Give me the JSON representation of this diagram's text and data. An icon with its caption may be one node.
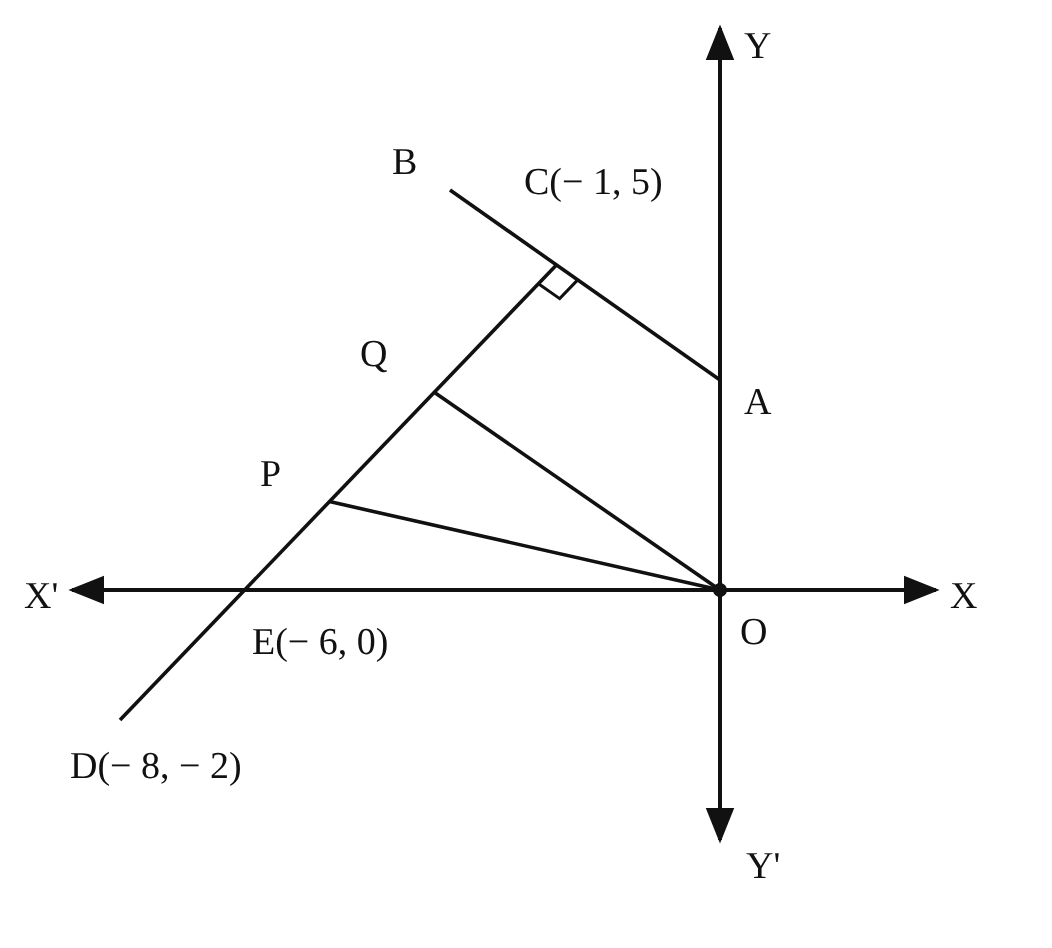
{
  "diagram": {
    "labels": [
      "Y",
      "B",
      "C(− 1, 5)",
      "Q",
      "A",
      "P",
      "X'",
      "X",
      "E(− 6, 0)",
      "O",
      "D(− 8, − 2)",
      "Y'"
    ]
  }
}
